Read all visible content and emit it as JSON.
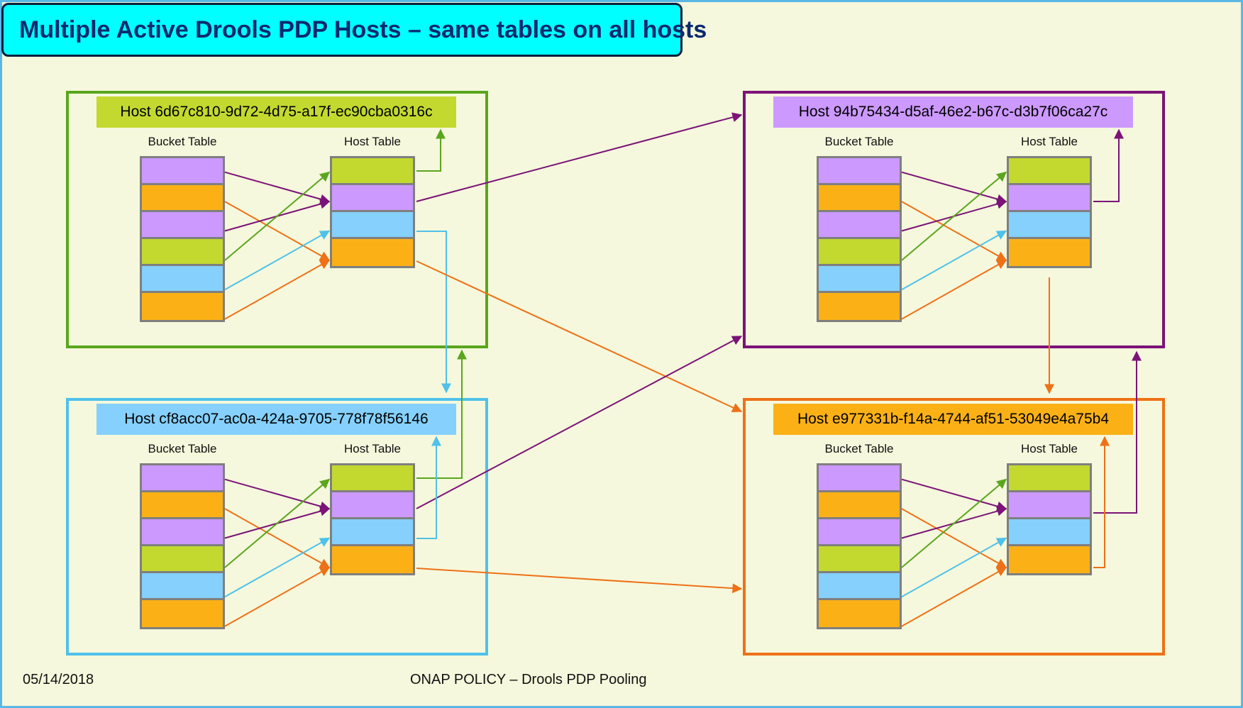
{
  "title": "Multiple Active Drools PDP Hosts – same tables on all hosts",
  "colors": {
    "purple": "#cc99ff",
    "orange": "#fbb116",
    "green": "#c3d92f",
    "blue": "#85d0fc",
    "frame_green": "#5aa61e",
    "frame_purple": "#7b1378",
    "frame_blue": "#4fc1ea",
    "frame_orange": "#ee7118",
    "arrow_purple": "#7b1378",
    "arrow_orange": "#ee7118",
    "arrow_green": "#5aa61e",
    "arrow_blue": "#4fc1ea"
  },
  "column_labels": {
    "bucket": "Bucket Table",
    "host": "Host Table"
  },
  "hosts": [
    {
      "id": "green",
      "label": "Host 6d67c810-9d72-4d75-a17f-ec90cba0316c",
      "frame_color": "#5aa61e",
      "label_bg": "#c3d92f",
      "bucket_cells": [
        "purple",
        "orange",
        "purple",
        "green",
        "blue",
        "orange"
      ],
      "host_cells": [
        "green",
        "purple",
        "blue",
        "orange"
      ]
    },
    {
      "id": "purple",
      "label": "Host 94b75434-d5af-46e2-b67c-d3b7f06ca27c",
      "frame_color": "#7b1378",
      "label_bg": "#cc99ff",
      "bucket_cells": [
        "purple",
        "orange",
        "purple",
        "green",
        "blue",
        "orange"
      ],
      "host_cells": [
        "green",
        "purple",
        "blue",
        "orange"
      ]
    },
    {
      "id": "blue",
      "label": "Host cf8acc07-ac0a-424a-9705-778f78f56146",
      "frame_color": "#4fc1ea",
      "label_bg": "#85d0fc",
      "bucket_cells": [
        "purple",
        "orange",
        "purple",
        "green",
        "blue",
        "orange"
      ],
      "host_cells": [
        "green",
        "purple",
        "blue",
        "orange"
      ]
    },
    {
      "id": "orange",
      "label": "Host e977331b-f14a-4744-af51-53049e4a75b4",
      "frame_color": "#ee7118",
      "label_bg": "#fbb116",
      "bucket_cells": [
        "purple",
        "orange",
        "purple",
        "green",
        "blue",
        "orange"
      ],
      "host_cells": [
        "green",
        "purple",
        "blue",
        "orange"
      ]
    }
  ],
  "footer": {
    "date": "05/14/2018",
    "caption": "ONAP  POLICY  – Drools PDP Pooling"
  }
}
